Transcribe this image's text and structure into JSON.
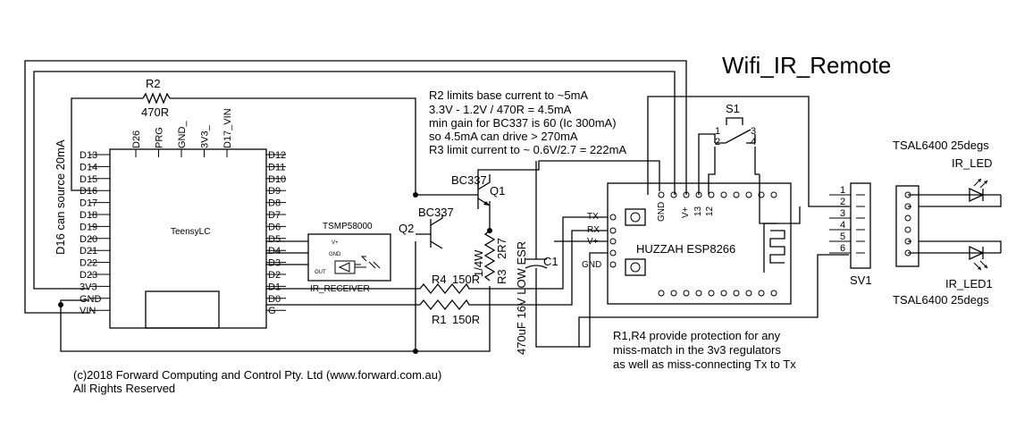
{
  "title": "Wifi_IR_Remote",
  "notes": {
    "r2_lines": [
      "R2 limits base current to ~5mA",
      "3.3V - 1.2V / 470R = 4.5mA",
      "min gain for BC337 is 60 (Ic 300mA)",
      "so 4.5mA can drive > 270mA",
      "R3 limit current to ~ 0.6V/2.7 = 222mA"
    ],
    "protection_lines": [
      "R1,R4 provide protection for any",
      "miss-match in the 3v3 regulators",
      "as well as miss-connecting Tx to Tx"
    ],
    "d16_note": "D16 can source 20mA",
    "copyright_lines": [
      "(c)2018 Forward Computing and Control Pty. Ltd (www.forward.com.au)",
      "All Rights Reserved"
    ]
  },
  "teensy": {
    "name": "TeensyLC",
    "left_pins": [
      "D13",
      "D14",
      "D15",
      "D16",
      "D17",
      "D18",
      "D19",
      "D20",
      "D21",
      "D22",
      "D23",
      "3V3",
      "GND",
      "VIN"
    ],
    "right_pins": [
      "D12",
      "D11",
      "D10",
      "D9",
      "D8",
      "D7",
      "D6",
      "D5",
      "D4",
      "D3",
      "D2",
      "D1",
      "D0",
      "G"
    ],
    "top_pins": [
      "D26",
      "PRG",
      "GND_",
      "3V3_",
      "D17_VIN"
    ]
  },
  "tsmp": {
    "name": "TSMP58000",
    "label": "IR_RECEIVER",
    "pins": [
      "V+",
      "GND",
      "OUT"
    ]
  },
  "q1": {
    "ref": "Q1",
    "part": "BC337"
  },
  "q2": {
    "ref": "Q2",
    "part": "BC337"
  },
  "r2": {
    "ref": "R2",
    "value": "470R"
  },
  "r4": {
    "ref": "R4",
    "value": "150R"
  },
  "r1": {
    "ref": "R1",
    "value": "150R"
  },
  "r3": {
    "ref": "R3",
    "value": "2R7",
    "power": "1/4W"
  },
  "c1": {
    "ref": "C1",
    "value": "470uF 16V LOW ESR"
  },
  "huzzah": {
    "name": "HUZZAH ESP8266",
    "left_pins": [
      "TX",
      "RX",
      "V+",
      "GND"
    ],
    "top_pins": [
      "GND",
      "V+",
      "13",
      "12"
    ]
  },
  "s1": {
    "ref": "S1",
    "pins": [
      "1",
      "2",
      "3",
      "4"
    ]
  },
  "sv1": {
    "ref": "SV1",
    "pins": [
      "1",
      "2",
      "3",
      "4",
      "5",
      "6"
    ]
  },
  "leds": {
    "top_part": "TSAL6400 25degs",
    "top_name": "IR_LED",
    "bottom_name": "IR_LED1",
    "bottom_part": "TSAL6400 25degs"
  }
}
